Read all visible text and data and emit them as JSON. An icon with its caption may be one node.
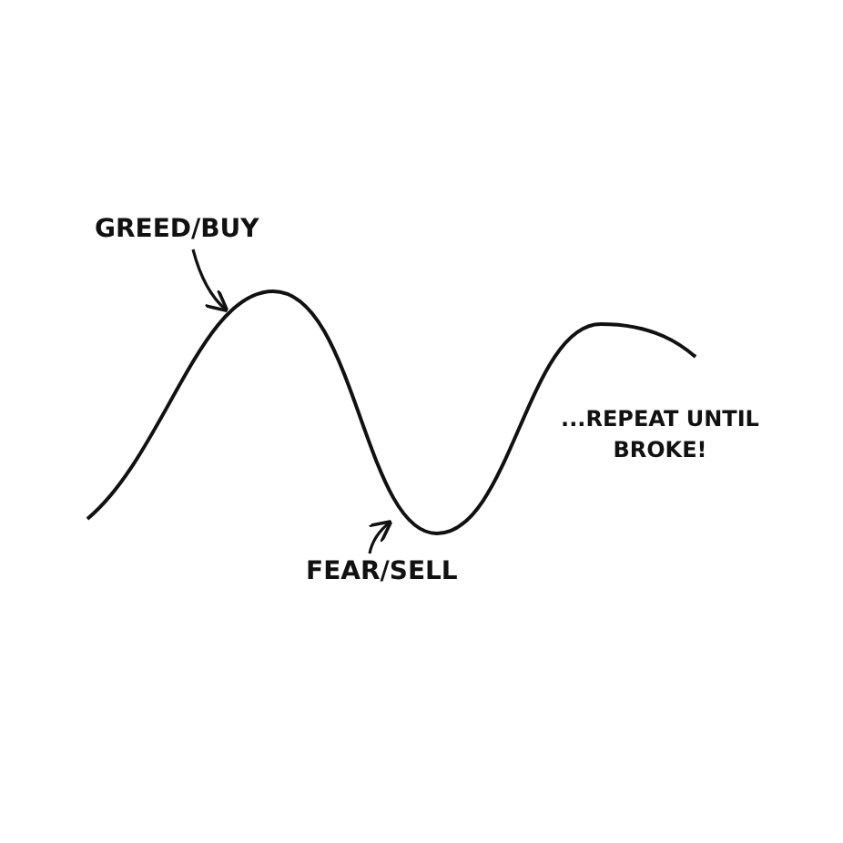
{
  "diagram": {
    "nodes": [
      {
        "text": [
          "GREED/BUY"
        ]
      },
      {
        "text": [
          "FEAR/SELL"
        ]
      }
    ],
    "edges": [
      {
        "from": 0,
        "to": null,
        "arrow": "to"
      },
      {
        "from": 1,
        "to": null,
        "arrow": "to"
      }
    ],
    "labels": [
      "...REPEAT UNTIL BROKE!"
    ]
  }
}
